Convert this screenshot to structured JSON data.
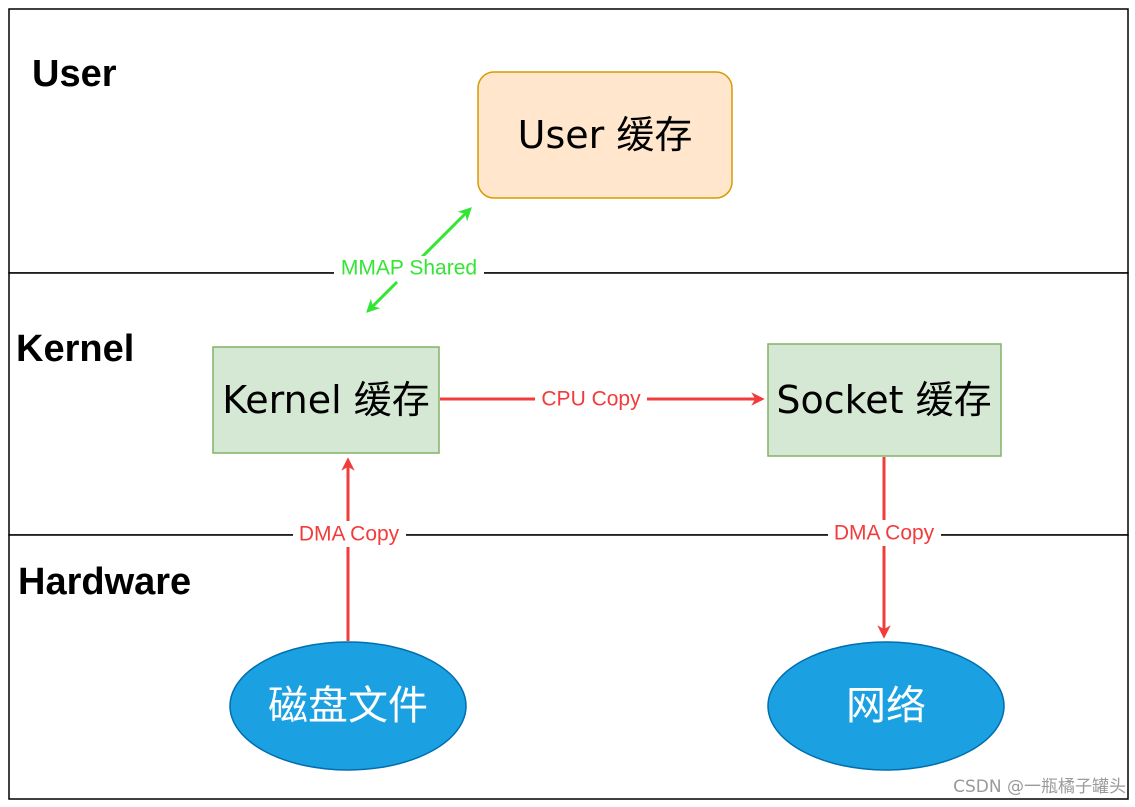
{
  "layers": {
    "user": "User",
    "kernel": "Kernel",
    "hardware": "Hardware"
  },
  "nodes": {
    "user_cache": "User 缓存",
    "kernel_cache": "Kernel 缓存",
    "socket_cache": "Socket 缓存",
    "disk_file": "磁盘文件",
    "network": "网络"
  },
  "edges": {
    "mmap_shared": "MMAP Shared",
    "cpu_copy": "CPU Copy",
    "dma_copy_disk": "DMA Copy",
    "dma_copy_net": "DMA Copy"
  },
  "colors": {
    "user_box_fill": "#ffe6cc",
    "user_box_stroke": "#d79b00",
    "kernel_box_fill": "#d5e8d4",
    "kernel_box_stroke": "#82b366",
    "ellipse_fill": "#1ba1e2",
    "ellipse_stroke": "#006eaf",
    "red_arrow": "#f23c3c",
    "green_arrow": "#33e633"
  },
  "watermark": "CSDN @一瓶橘子罐头"
}
